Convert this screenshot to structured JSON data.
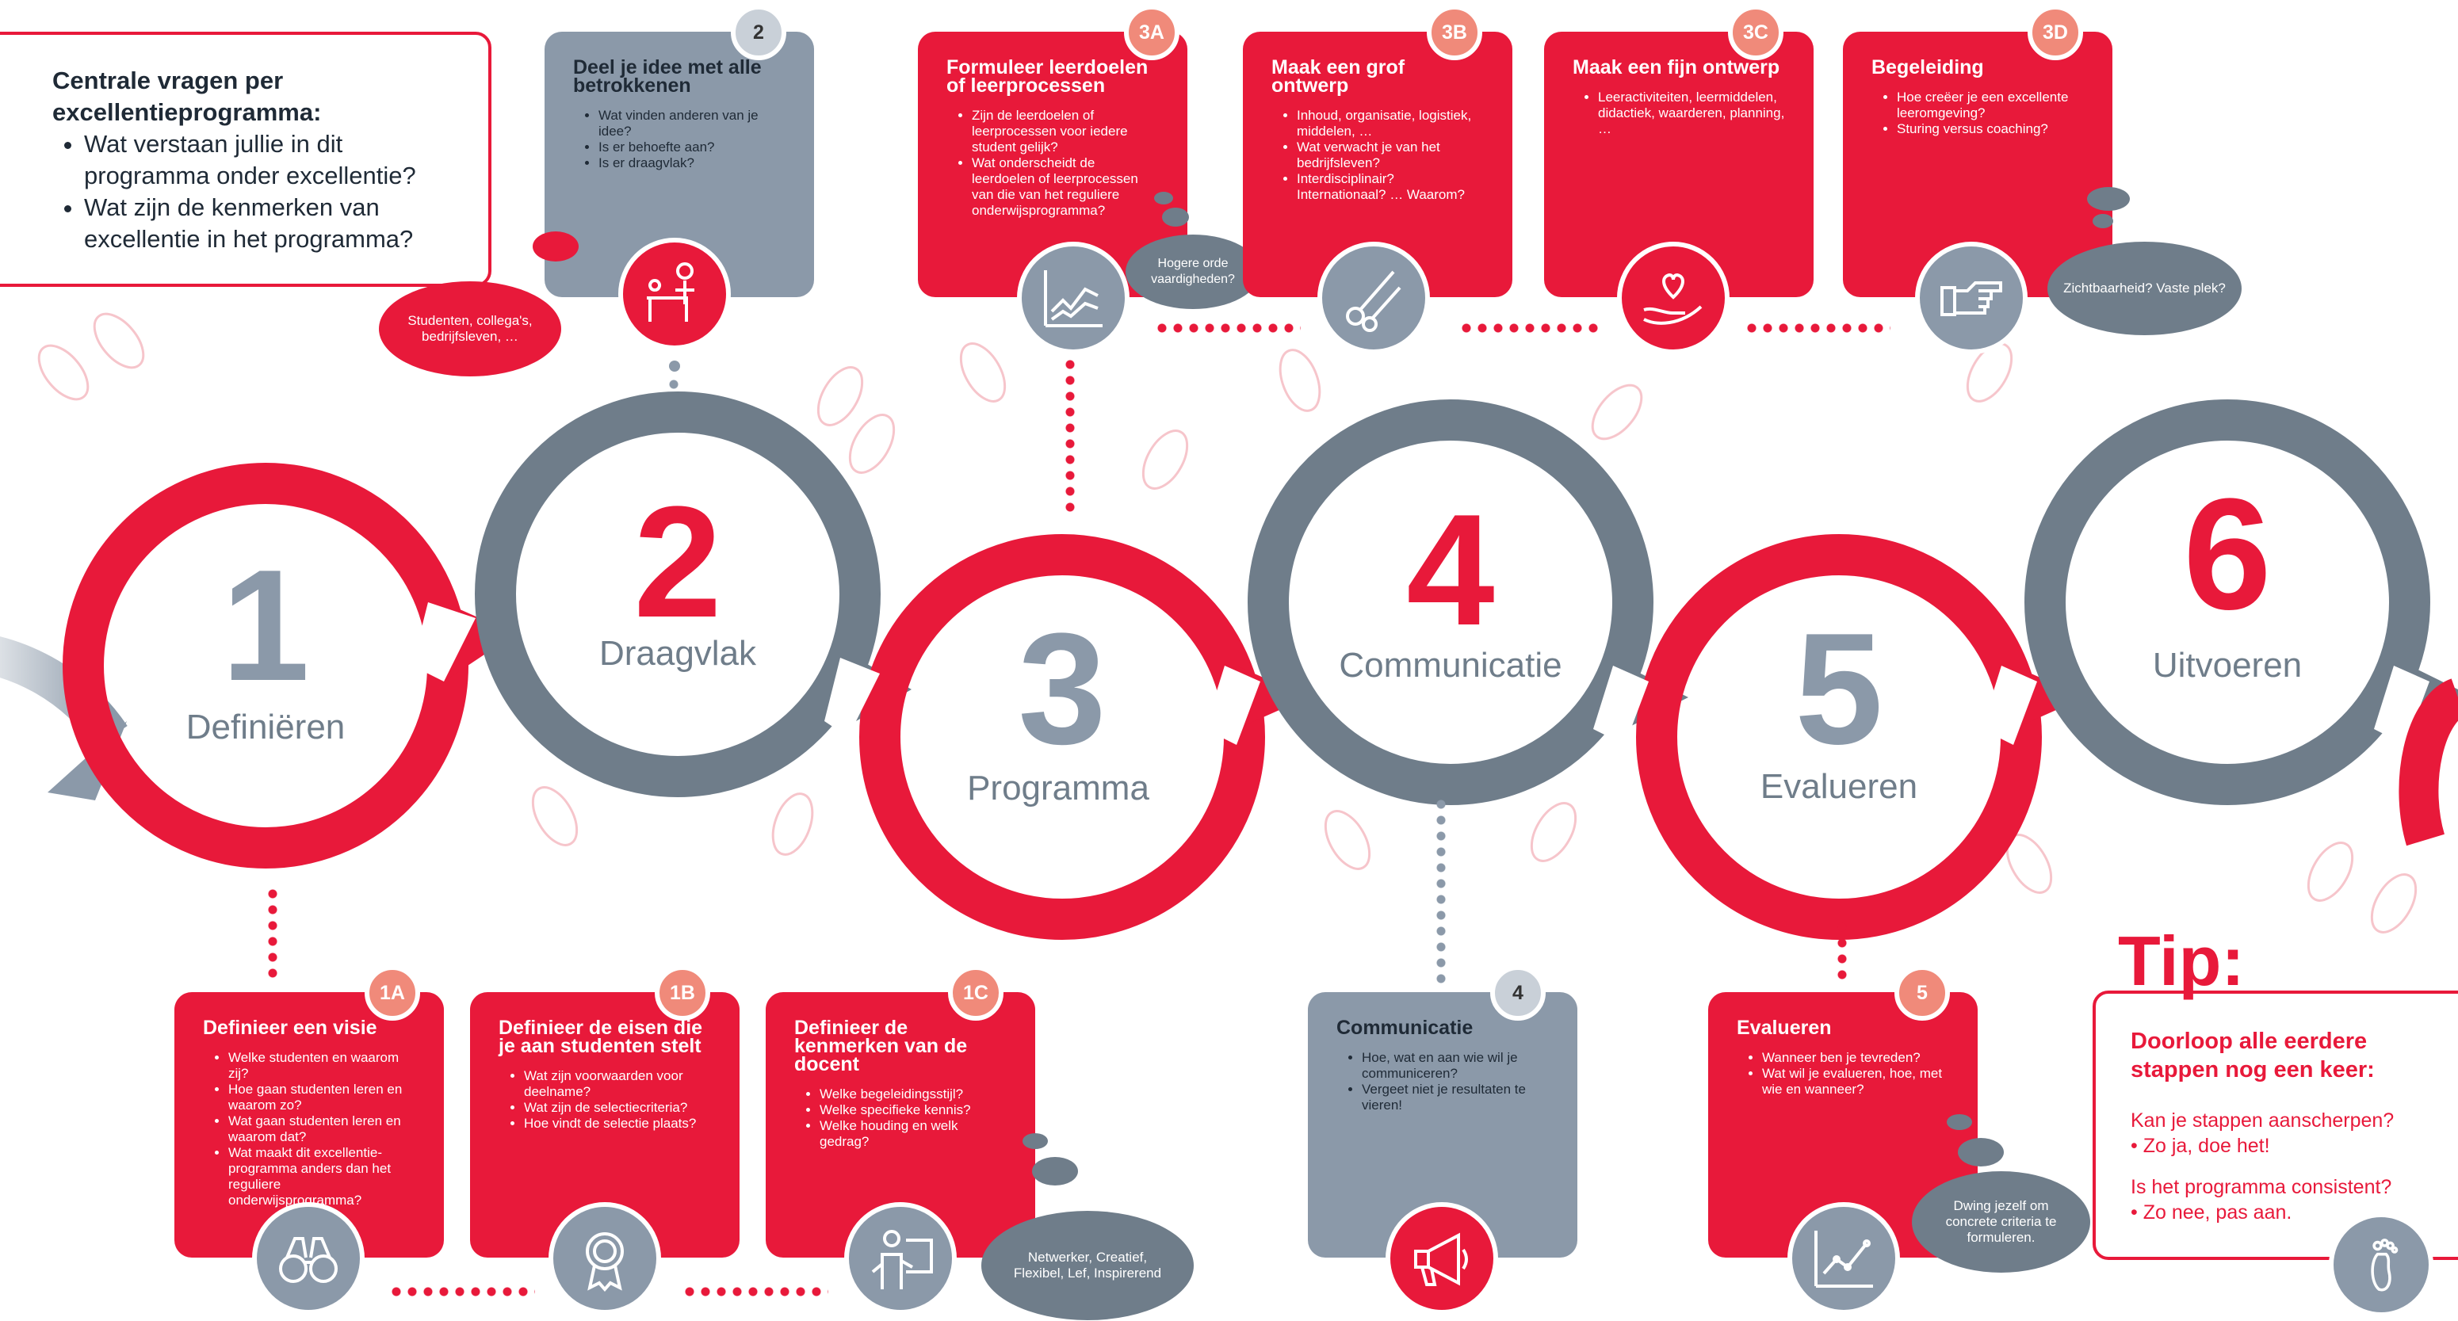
{
  "colors": {
    "red": "#e8193a",
    "grey": "#6f7d8a",
    "lightgrey": "#8b99a9",
    "salmon": "#f08a7a"
  },
  "intro": {
    "title": "Centrale vragen per excellentieprogramma:",
    "items": [
      "Wat verstaan jullie in dit programma onder excellentie?",
      "Wat zijn de kenmerken van excellentie in het programma?"
    ]
  },
  "steps": [
    {
      "num": "1",
      "label": "Definiëren"
    },
    {
      "num": "2",
      "label": "Draagvlak"
    },
    {
      "num": "3",
      "label": "Programma"
    },
    {
      "num": "4",
      "label": "Communicatie"
    },
    {
      "num": "5",
      "label": "Evalueren"
    },
    {
      "num": "6",
      "label": "Uitvoeren"
    }
  ],
  "cards": {
    "c2": {
      "badge": "2",
      "title": "Deel je idee met alle betrokkenen",
      "items": [
        "Wat vinden anderen van je idee?",
        "Is er behoefte aan?",
        "Is er draagvlak?"
      ],
      "icon": "presentation-icon"
    },
    "c3a": {
      "badge": "3A",
      "title": "Formuleer leerdoelen of leerprocessen",
      "items": [
        "Zijn de leerdoelen of leerprocessen voor iedere student gelijk?",
        "Wat onderscheidt de leerdoelen of leerprocessen van die van het reguliere onderwijsprogramma?"
      ],
      "icon": "chart-icon"
    },
    "c3b": {
      "badge": "3B",
      "title": "Maak een grof ontwerp",
      "items": [
        "Inhoud, organisatie, logistiek, middelen, …",
        "Wat verwacht je van het bedrijfsleven?",
        "Interdisciplinair? Internationaal? … Waarom?"
      ],
      "icon": "scissors-icon"
    },
    "c3c": {
      "badge": "3C",
      "title": "Maak een fijn ontwerp",
      "items": [
        "Leeractiviteiten, leermiddelen, didactiek, waarderen, planning, …"
      ],
      "icon": "heart-hand-icon"
    },
    "c3d": {
      "badge": "3D",
      "title": "Begeleiding",
      "items": [
        "Hoe creëer je een excellente leeromgeving?",
        "Sturing versus coaching?"
      ],
      "icon": "pointing-hand-icon"
    },
    "c1a": {
      "badge": "1A",
      "title": "Definieer een visie",
      "items": [
        "Welke studenten en waarom zij?",
        "Hoe gaan studenten leren en waarom zo?",
        "Wat gaan studenten leren en waarom dat?",
        "Wat maakt dit excellentie-programma anders dan het reguliere onderwijsprogramma?"
      ],
      "icon": "binoculars-icon"
    },
    "c1b": {
      "badge": "1B",
      "title": "Definieer de eisen die je aan studenten stelt",
      "items": [
        "Wat zijn voorwaarden voor deelname?",
        "Wat zijn de selectiecriteria?",
        "Hoe vindt de selectie plaats?"
      ],
      "icon": "award-icon"
    },
    "c1c": {
      "badge": "1C",
      "title": "Definieer de kenmerken van de docent",
      "items": [
        "Welke begeleidingsstijl?",
        "Welke specifieke kennis?",
        "Welke houding en welk gedrag?"
      ],
      "icon": "teacher-icon"
    },
    "c4": {
      "badge": "4",
      "title": "Communicatie",
      "items": [
        "Hoe, wat en aan wie wil je communiceren?",
        "Vergeet niet je resultaten te vieren!"
      ],
      "icon": "megaphone-icon"
    },
    "c5": {
      "badge": "5",
      "title": "Evalueren",
      "items": [
        "Wanneer ben je tevreden?",
        "Wat wil je evalueren, hoe, met wie en wanneer?"
      ],
      "icon": "line-chart-icon"
    }
  },
  "bubbles": {
    "b2": "Studenten, collega's, bedrijfsleven, …",
    "b3a": "Hogere orde vaardigheden?",
    "b3d": "Zichtbaarheid? Vaste plek?",
    "b1c": "Netwerker, Creatief, Flexibel, Lef, Inspirerend",
    "b5": "Dwing jezelf om concrete criteria te formuleren."
  },
  "tip": {
    "heading": "Tip:",
    "title": "Doorloop alle eerdere stappen nog een keer:",
    "q1": "Kan je stappen aanscherpen?",
    "a1": "Zo ja, doe het!",
    "q2": "Is het programma consistent?",
    "a2": "Zo nee, pas aan.",
    "icon": "footprint-icon"
  }
}
